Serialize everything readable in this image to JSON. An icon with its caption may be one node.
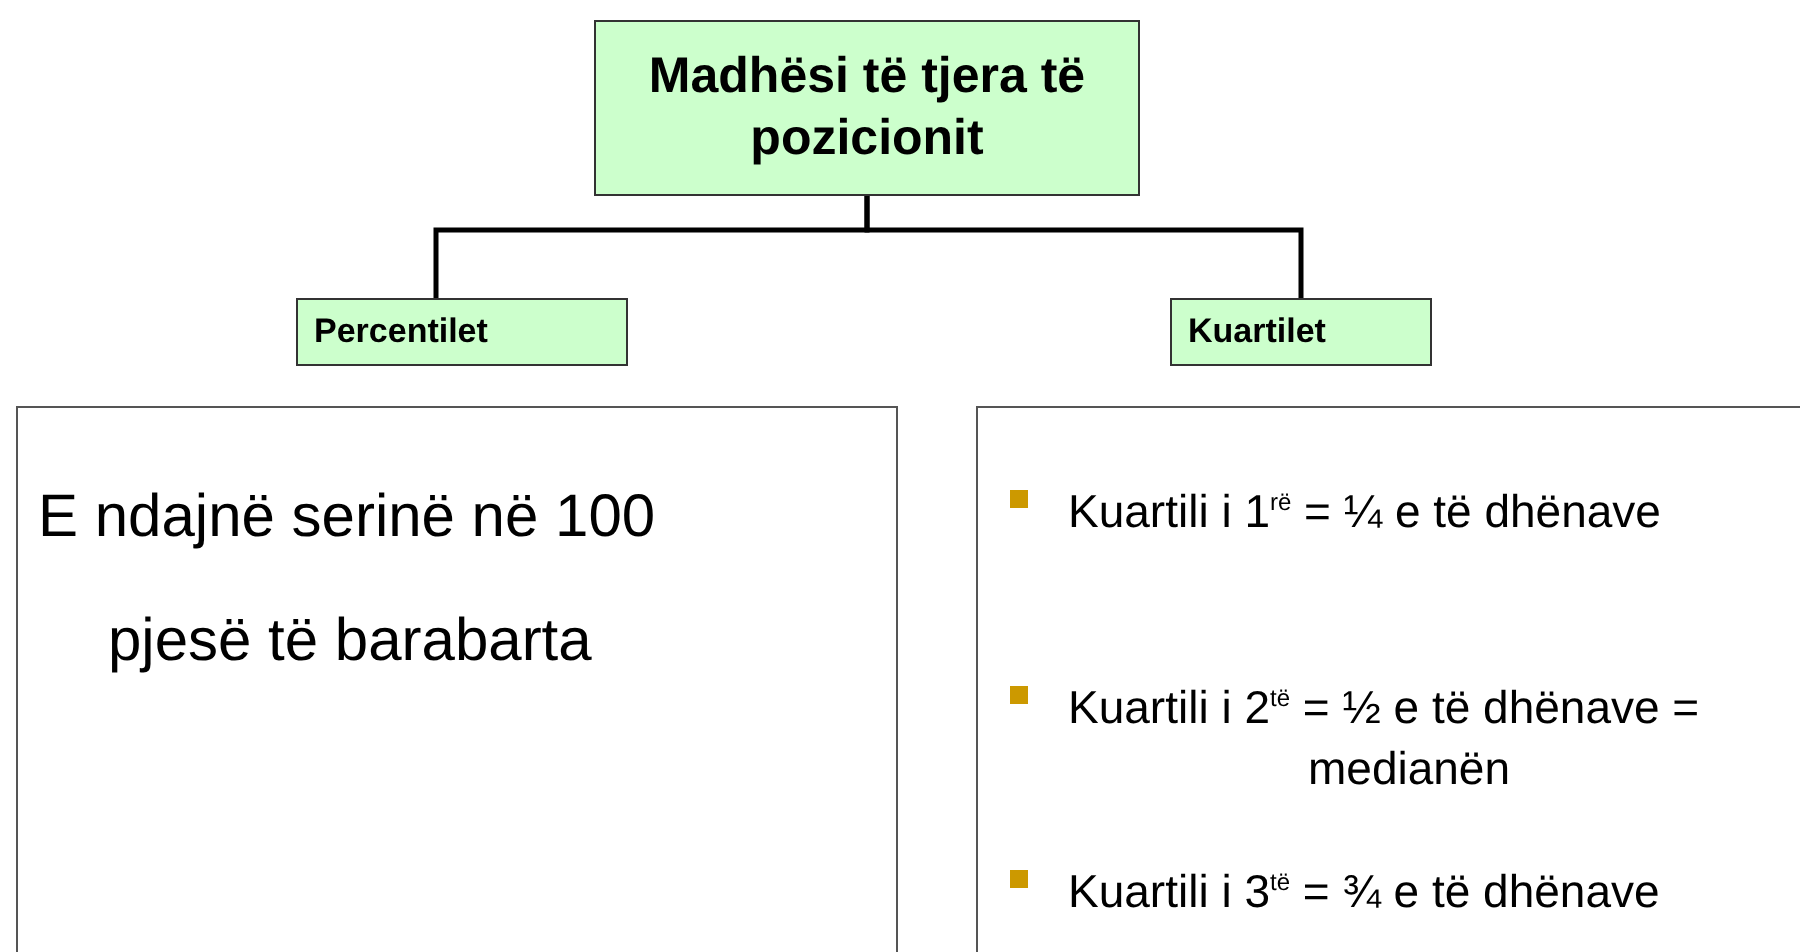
{
  "diagram": {
    "nodes": [
      {
        "text": [
          "Madhësi të tjera të pozicionit"
        ]
      },
      {
        "text": [
          "Percentilet"
        ]
      },
      {
        "text": [
          "Kuartilet"
        ]
      },
      {
        "text": [
          "E ndajnë serinë në 100 pjesë të barabarta"
        ]
      },
      {
        "text": [
          "Kuartili i 1$^{rë}$ = ¼ e të dhënave",
          "Kuartili i 2$^{të}$ = ½ e të dhënave = medianën",
          "Kuartili i 3$^{të}$ = ¾ e të dhënave"
        ]
      }
    ],
    "edges": [
      {
        "from": 0,
        "to": 1,
        "arrow": "none"
      },
      {
        "from": 0,
        "to": 2,
        "arrow": "none"
      }
    ]
  }
}
